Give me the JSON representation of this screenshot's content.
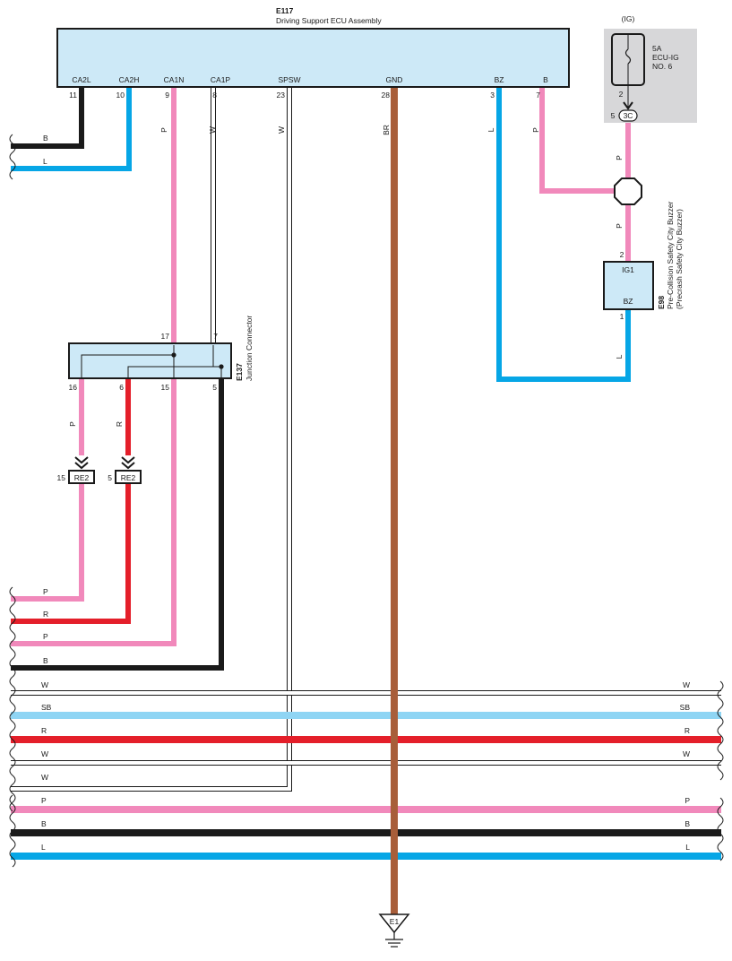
{
  "colors": {
    "pink": "#f189bb",
    "blue": "#06a6e6",
    "light_blue": "#8fd5f4",
    "red": "#e41f2a",
    "black": "#1a1a1a",
    "brown": "#a85e3a",
    "white_wire": "#ffffff",
    "component_fill": "#cde9f7",
    "fuse_box_fill": "#d7d7d9"
  },
  "ecu": {
    "code": "E117",
    "name": "Driving Support ECU Assembly",
    "pins": [
      {
        "label": "CA2L",
        "num": "11"
      },
      {
        "label": "CA2H",
        "num": "10"
      },
      {
        "label": "CA1N",
        "num": "9"
      },
      {
        "label": "CA1P",
        "num": "8"
      },
      {
        "label": "SPSW",
        "num": "23"
      },
      {
        "label": "GND",
        "num": "28"
      },
      {
        "label": "BZ",
        "num": "3"
      },
      {
        "label": "B",
        "num": "7"
      }
    ],
    "wire_letters": [
      "P",
      "W",
      "W",
      "BR",
      "L",
      "P"
    ]
  },
  "fuse": {
    "ig": "(IG)",
    "amp": "5A",
    "name1": "ECU-IG",
    "name2": "NO. 6",
    "pin": "2",
    "connector_pin": "5",
    "connector": "3C"
  },
  "left_wires_top": [
    "B",
    "L"
  ],
  "buzzer": {
    "code": "E98",
    "name1": "Pre-Collision Safety City Buzzer",
    "name2": "(Precrash Safety City Buzzer)",
    "pin_ig1": "IG1",
    "pin_bz": "BZ",
    "num_ig1": "2",
    "num_bz": "1",
    "wire_top": "P",
    "wire_mid": "P",
    "wire_bz": "L"
  },
  "junction": {
    "code": "E137",
    "name": "Junction Connector",
    "pins_top": [
      "17",
      "7"
    ],
    "pins_bottom": [
      "16",
      "6",
      "15",
      "5"
    ],
    "wire_letters": [
      "P",
      "R"
    ]
  },
  "re2": [
    {
      "num": "15",
      "label": "RE2"
    },
    {
      "num": "5",
      "label": "RE2"
    }
  ],
  "left_wires_mid": [
    "P",
    "R",
    "P",
    "B"
  ],
  "bus": [
    {
      "left": "W",
      "right": "W"
    },
    {
      "left": "SB",
      "right": "SB"
    },
    {
      "left": "R",
      "right": "R"
    },
    {
      "left": "W",
      "right": "W"
    },
    {
      "left": "W",
      "right": ""
    },
    {
      "left": "P",
      "right": "P"
    },
    {
      "left": "B",
      "right": "B"
    },
    {
      "left": "L",
      "right": "L"
    }
  ],
  "ground": "E1"
}
